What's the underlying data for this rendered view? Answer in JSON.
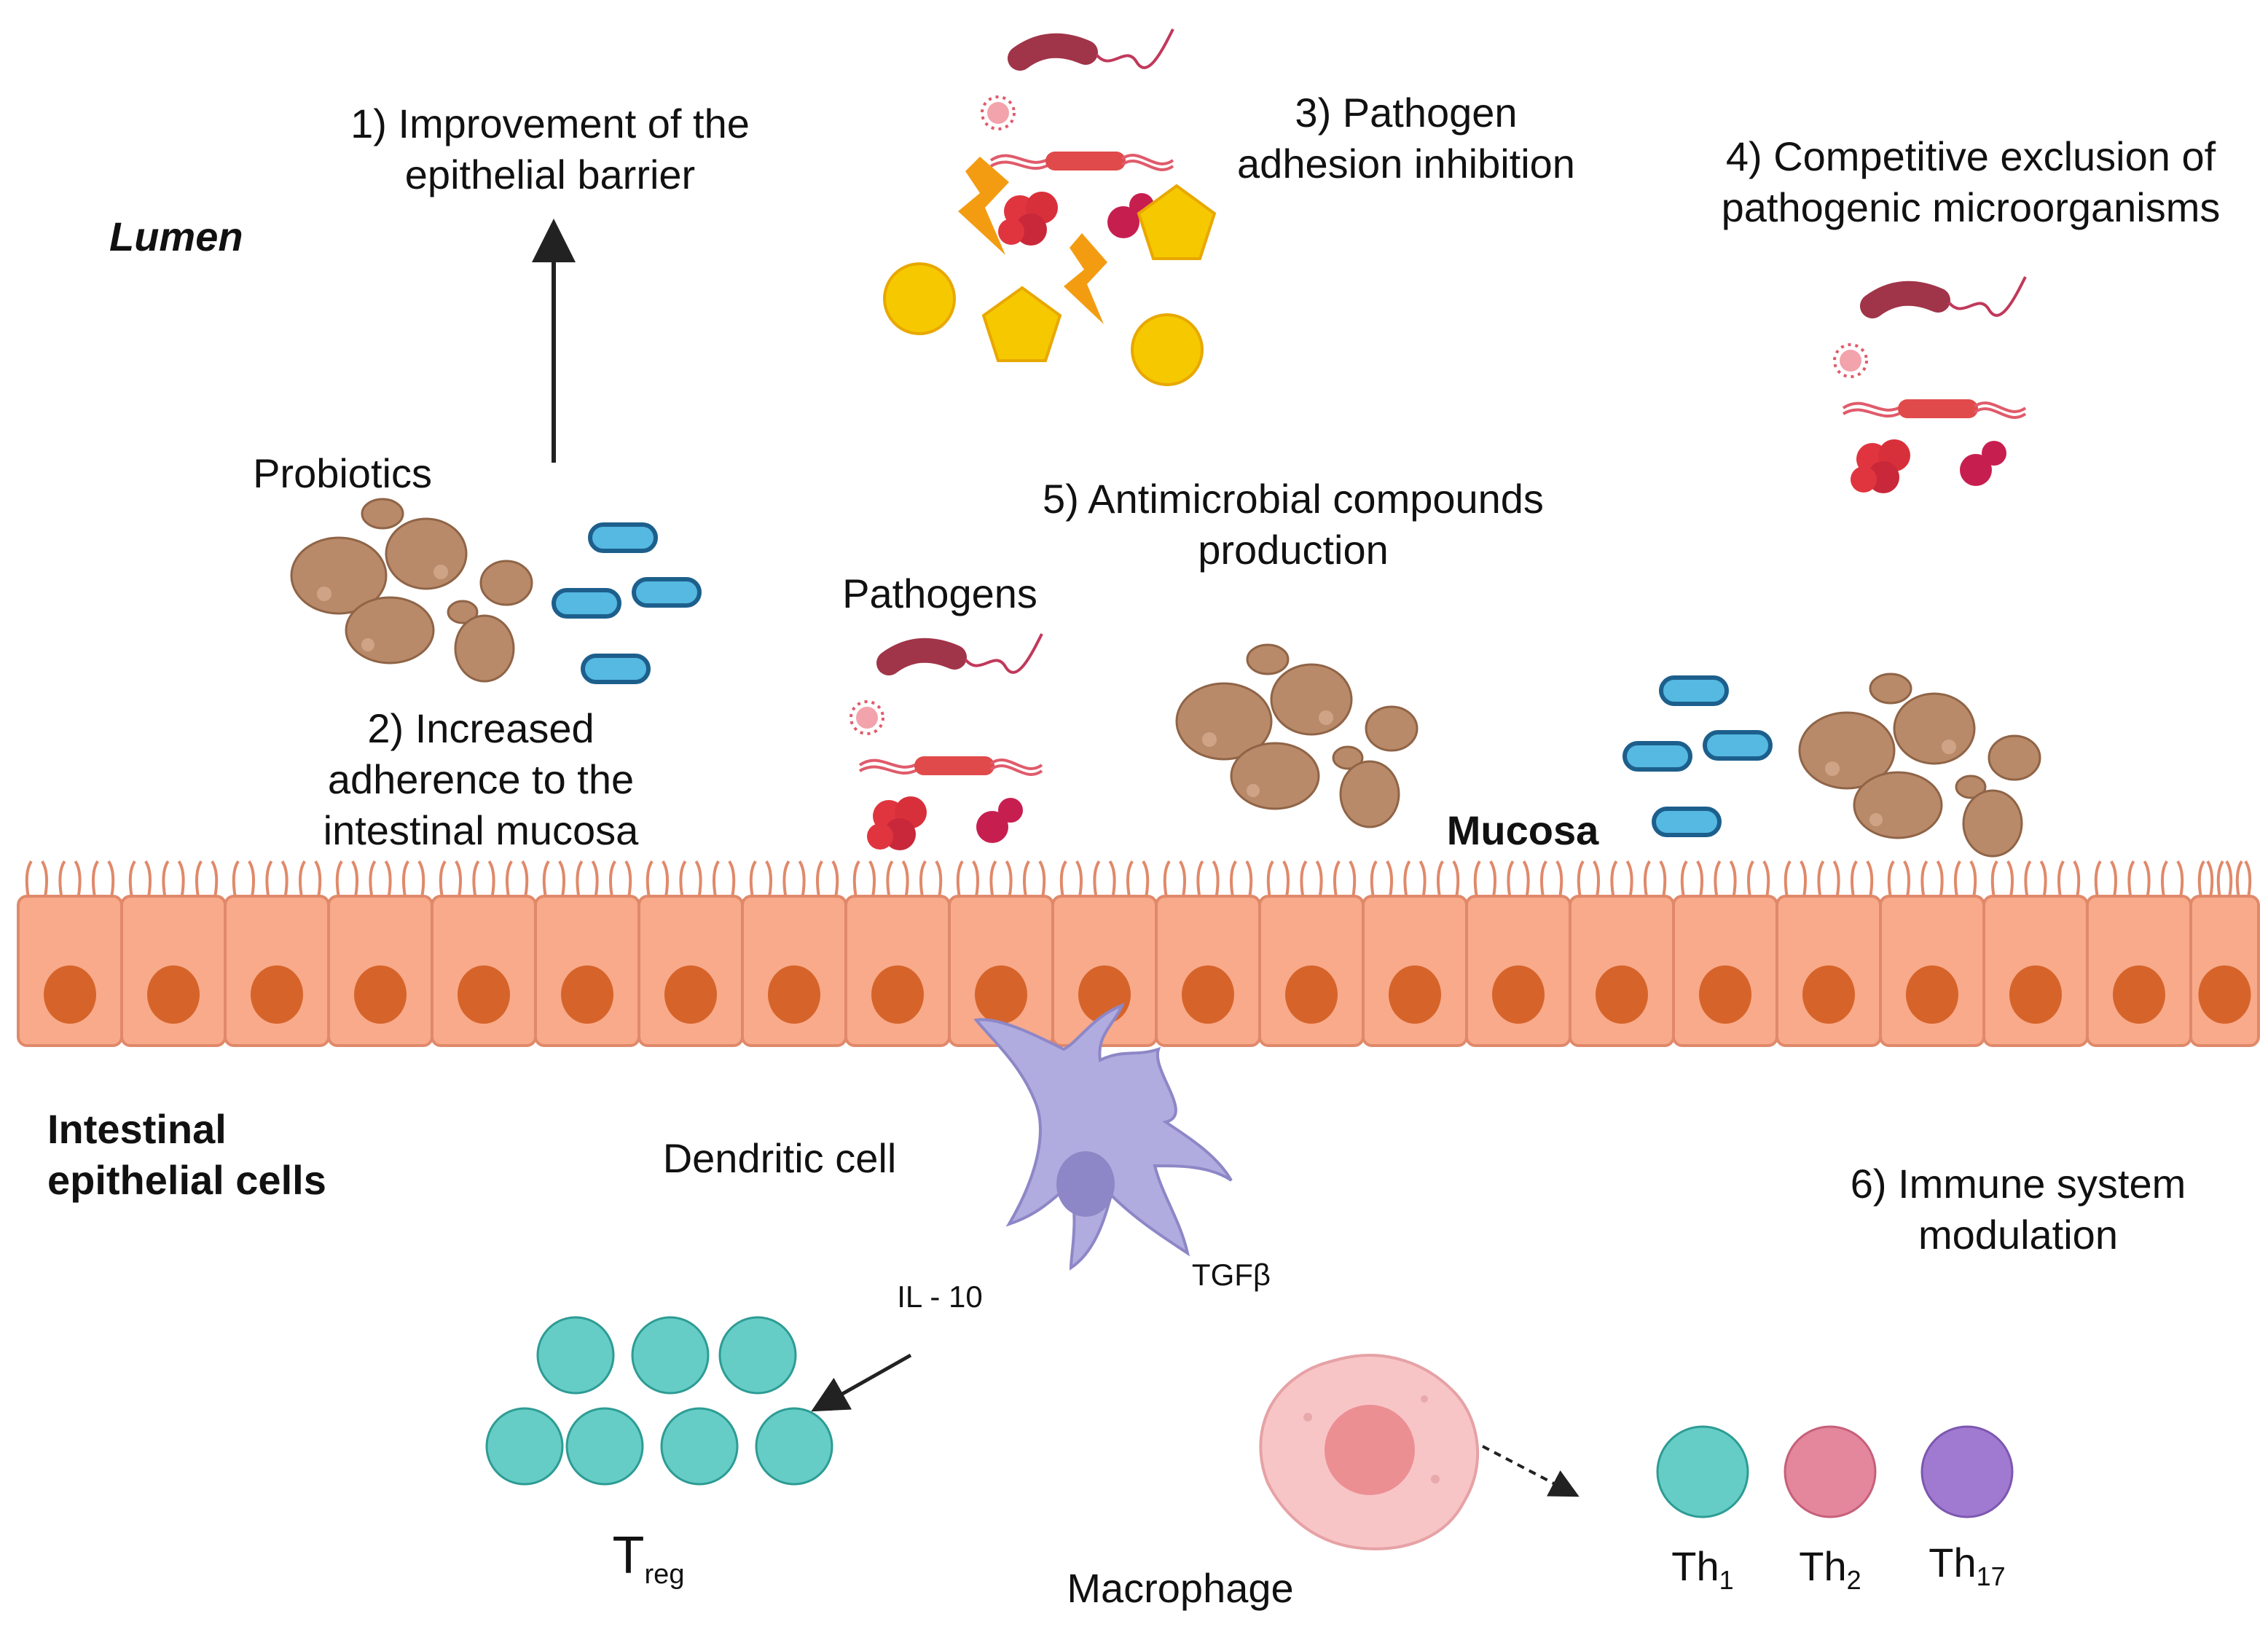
{
  "colors": {
    "probiotic_yeast": "#b98a69",
    "probiotic_rod": "#55b9e2",
    "pathogen": "#d8454f",
    "antimicrobial": "#f6c800",
    "epithelium": "#f8aa8b",
    "nucleus": "#d6642a",
    "dendritic": "#b1acdf",
    "treg": "#66cdc6",
    "macrophage": "#f8c5c7",
    "th1": "#66cdc6",
    "th2": "#e4869c",
    "th17": "#a07ad0"
  },
  "labels": {
    "lumen": "Lumen",
    "mucosa": "Mucosa",
    "epithelial_cells": [
      "Intestinal",
      "epithelial cells"
    ],
    "probiotics": "Probiotics",
    "pathogens": "Pathogens",
    "dendritic_cell": "Dendritic cell",
    "macrophage": "Macrophage",
    "il10": "IL - 10",
    "tgfb": "TGFβ"
  },
  "mechanisms": {
    "m1": [
      "1) Improvement of the",
      "epithelial barrier"
    ],
    "m2": [
      "2) Increased",
      "adherence to the",
      "intestinal mucosa"
    ],
    "m3": [
      "3) Pathogen",
      "adhesion inhibition"
    ],
    "m4": [
      "4) Competitive exclusion of",
      "pathogenic microorganisms"
    ],
    "m5": [
      "5) Antimicrobial compounds",
      "production"
    ],
    "m6": [
      "6) Immune system",
      "modulation"
    ]
  },
  "cells": {
    "treg": {
      "base": "T",
      "sub": "reg"
    },
    "th": [
      {
        "base": "Th",
        "sub": "1"
      },
      {
        "base": "Th",
        "sub": "2"
      },
      {
        "base": "Th",
        "sub": "17"
      }
    ]
  }
}
